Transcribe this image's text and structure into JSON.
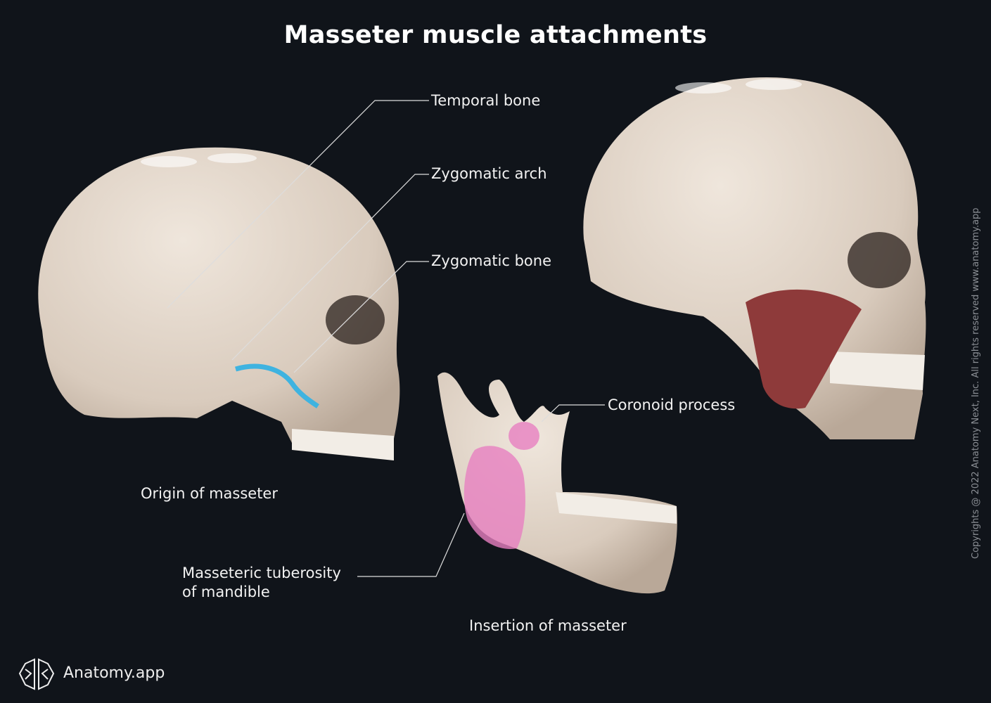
{
  "title": "Masseter muscle attachments",
  "labels": {
    "temporal_bone": "Temporal bone",
    "zygomatic_arch": "Zygomatic arch",
    "zygomatic_bone": "Zygomatic bone",
    "coronoid_process": "Coronoid process",
    "masseteric_tuberosity_line1": "Masseteric tuberosity",
    "masseteric_tuberosity_line2": "of mandible"
  },
  "captions": {
    "origin": "Origin of masseter",
    "insertion": "Insertion of masseter"
  },
  "copyright": "Copyrights @ 2022 Anatomy Next, Inc. All rights reserved www.anatomy.app",
  "brand": {
    "name": "Anatomy.app",
    "icon": "brain-icon"
  },
  "colors": {
    "background": "#10141a",
    "bone": "#e3d8cc",
    "origin_highlight": "#3fb3e0",
    "insertion_highlight": "#e77fc0",
    "muscle": "#8e3a3a"
  }
}
